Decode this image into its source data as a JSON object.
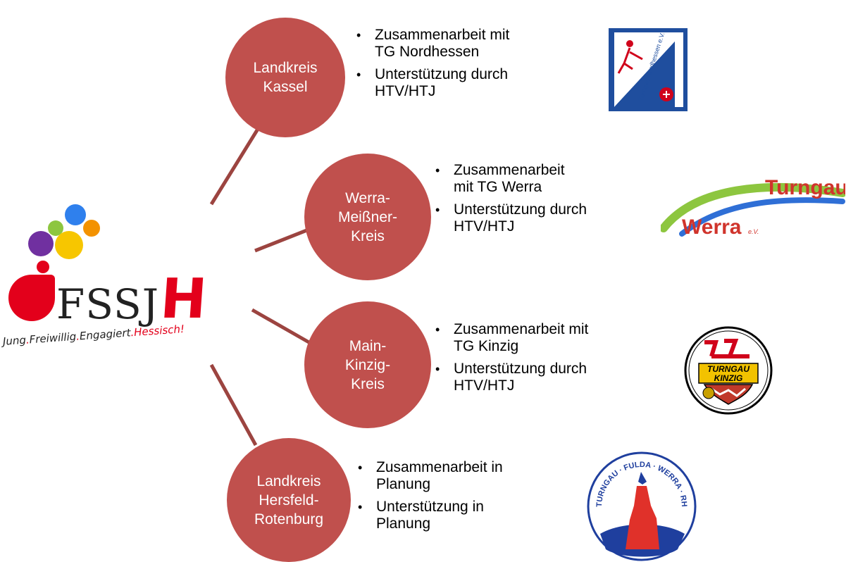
{
  "logo": {
    "brand_text": "FSSJ",
    "brand_h": "H",
    "slogan_part1": "Jung",
    "slogan_dot1": ".",
    "slogan_part2": "Freiwillig",
    "slogan_dot2": ".",
    "slogan_part3": "Engagiert",
    "slogan_dot3": ".",
    "slogan_part4": "Hessisch!",
    "colors": {
      "red": "#e3001b",
      "purple": "#7030a0",
      "blue": "#2f80ed",
      "green": "#8dc63f",
      "yellow": "#f7c600",
      "orange": "#f39200"
    }
  },
  "diagram": {
    "node_color": "#c0504d",
    "line_color": "#9c4440",
    "nodes": [
      {
        "name": "Landkreis\nKassel",
        "bullets": [
          "Zusammenarbeit mit\nTG Nordhessen",
          "Unterstützung durch\nHTV/HTJ"
        ],
        "partner_logo": {
          "text": "Turngau Nordhessen e.V."
        }
      },
      {
        "name": "Werra-\nMeißner-\nKreis",
        "bullets": [
          "Zusammenarbeit\nmit TG Werra",
          "Unterstützung durch\nHTV/HTJ"
        ],
        "partner_logo": {
          "text_top": "Turngau",
          "text_bottom": "Werra",
          "suffix": "e.V."
        }
      },
      {
        "name": "Main-\nKinzig-\nKreis",
        "bullets": [
          "Zusammenarbeit mit\nTG Kinzig",
          "Unterstützung durch\nHTV/HTJ"
        ],
        "partner_logo": {
          "text_line1": "TURNGAU",
          "text_line2": "KINZIG"
        }
      },
      {
        "name": "Landkreis\nHersfeld-\nRotenburg",
        "bullets": [
          "Zusammenarbeit in\nPlanung",
          "Unterstützung in\nPlanung"
        ],
        "partner_logo": {
          "text_arc": "TURNGAU · FULDA · WERRA · RHÖN"
        }
      }
    ]
  }
}
